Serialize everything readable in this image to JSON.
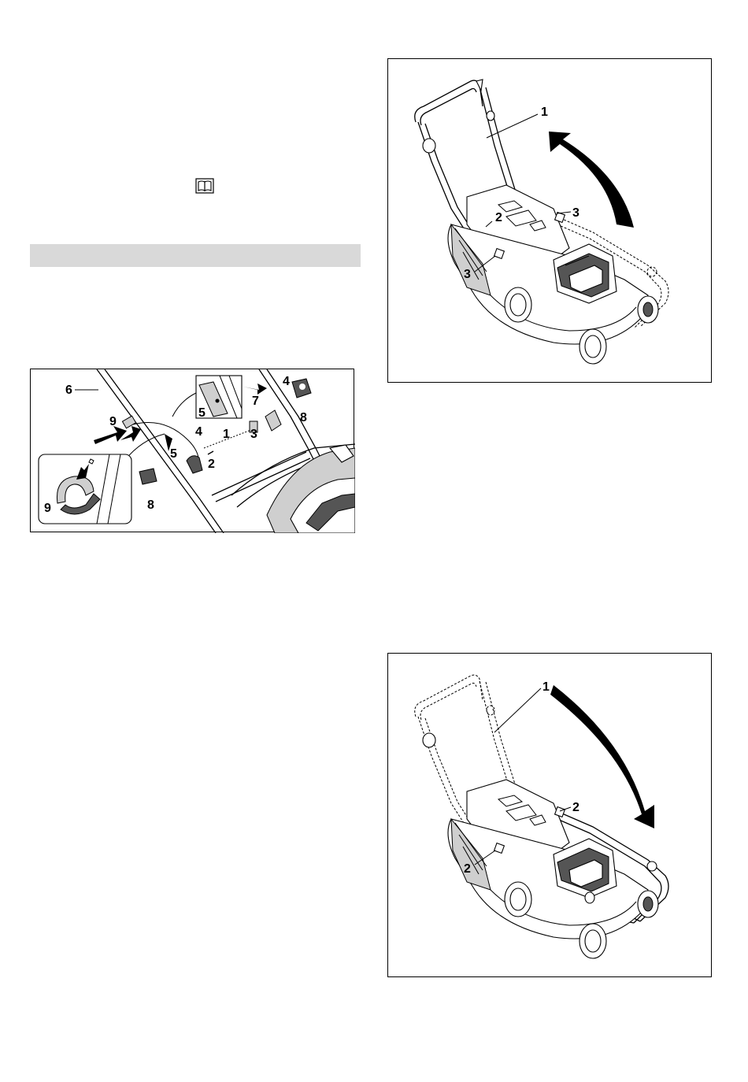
{
  "figures": {
    "handle_assembly": {
      "labels": {
        "l6": "6",
        "l9a": "9",
        "l4a": "4",
        "l5a": "5",
        "l1": "1",
        "l3": "3",
        "l2": "2",
        "l8a": "8",
        "l9b": "9",
        "l8b": "8",
        "l5b": "5",
        "l4b": "4",
        "l7": "7"
      }
    },
    "handle_fold_up": {
      "labels": {
        "l1": "1",
        "l2": "2",
        "l3a": "3",
        "l3b": "3"
      }
    },
    "handle_fold_down": {
      "labels": {
        "l1": "1",
        "l2a": "2",
        "l2b": "2"
      }
    }
  },
  "icons": {
    "manual": "book-icon",
    "arrow_up": "curved-arrow-up-icon",
    "arrow_down": "curved-arrow-down-icon"
  },
  "colors": {
    "section_bar": "#d9d9d9",
    "outline": "#000000",
    "fill_gray": "#cfcfcf"
  }
}
